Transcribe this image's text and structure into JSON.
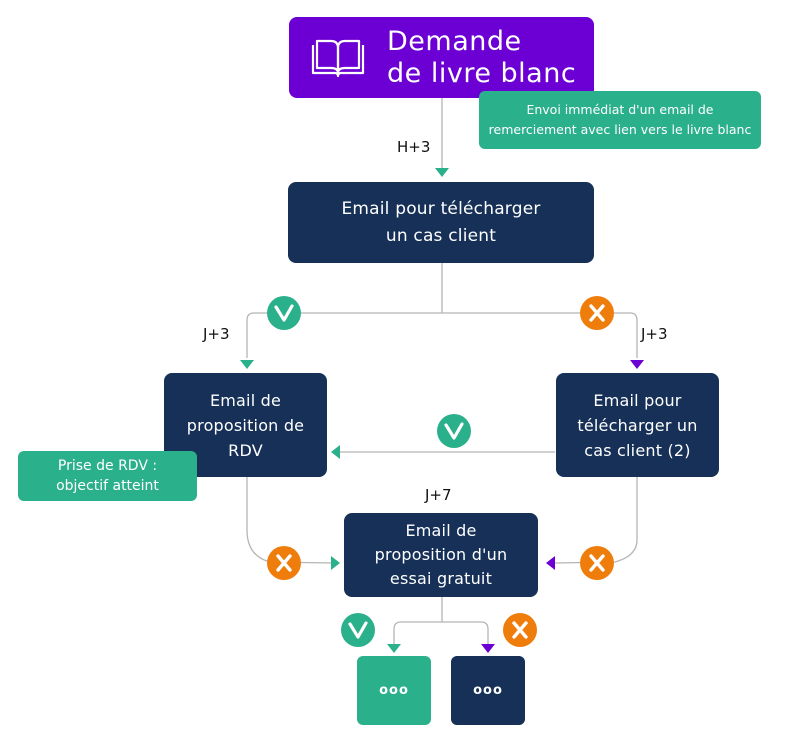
{
  "diagram": {
    "start": {
      "icon": "open-book-icon",
      "line1": "Demande",
      "line2": "de livre blanc",
      "color": "#6c00d4"
    },
    "note_immediate": {
      "line1": "Envoi immédiat d'un email de",
      "line2": "remerciement avec lien vers le livre blanc",
      "color": "#2bb08c"
    },
    "delays": {
      "h3": "H+3",
      "j3_left": "J+3",
      "j3_right": "J+3",
      "j7": "J+7"
    },
    "steps": {
      "cas_client": {
        "line1": "Email pour télécharger",
        "line2": "un cas client"
      },
      "rdv": {
        "line1": "Email de",
        "line2": "proposition de",
        "line3": "RDV"
      },
      "cas_client_2": {
        "line1": "Email pour",
        "line2": "télécharger un",
        "line3": "cas client (2)"
      },
      "essai": {
        "line1": "Email de",
        "line2": "proposition d'un",
        "line3": "essai gratuit"
      },
      "next_yes": {
        "text": "ooo"
      },
      "next_no": {
        "text": "ooo"
      }
    },
    "note_goal": {
      "line1": "Prise de RDV :",
      "line2": "objectif atteint"
    },
    "outcomes": {
      "yes_symbol": "check-icon",
      "no_symbol": "x-icon",
      "yes_color": "#2bb08c",
      "no_color": "#ef7d0b"
    },
    "colors": {
      "navy": "#163057",
      "purple_arrow": "#6c00d4",
      "green_arrow": "#2bb08c",
      "line": "#b9b9b9"
    }
  }
}
